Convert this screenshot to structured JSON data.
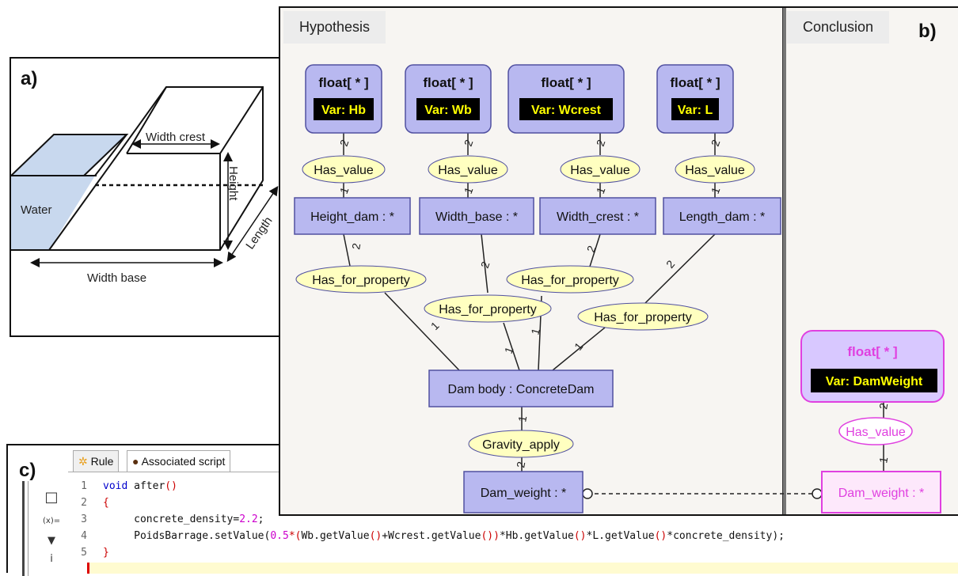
{
  "panel_a": {
    "letter": "a)",
    "labels": {
      "width_crest": "Width crest",
      "height": "Height",
      "water": "Water",
      "length": "Length",
      "width_base": "Width base"
    }
  },
  "panel_b": {
    "letter": "b)",
    "hypothesis_label": "Hypothesis",
    "conclusion_label": "Conclusion",
    "float_nodes": [
      {
        "type": "float[ * ]",
        "var": "Var: Hb"
      },
      {
        "type": "float[ * ]",
        "var": "Var: Wb"
      },
      {
        "type": "float[ * ]",
        "var": "Var: Wcrest"
      },
      {
        "type": "float[ * ]",
        "var": "Var: L"
      }
    ],
    "has_value_label": "Has_value",
    "property_nodes": [
      "Height_dam : *",
      "Width_base : *",
      "Width_crest : *",
      "Length_dam : *"
    ],
    "has_for_property_label": "Has_for_property",
    "dam_body": "Dam body : ConcreteDam",
    "gravity_apply": "Gravity_apply",
    "dam_weight": "Dam_weight : *",
    "conclusion_float": {
      "type": "float[ * ]",
      "var": "Var: DamWeight"
    },
    "conclusion_has_value": "Has_value",
    "conclusion_dam_weight": "Dam_weight : *",
    "edge_labels": {
      "one": "1",
      "two": "2"
    }
  },
  "panel_c": {
    "letter": "c)",
    "tabs": [
      "Rule",
      "Associated script"
    ],
    "code": [
      {
        "num": "1",
        "parts": [
          [
            "kw",
            "void "
          ],
          [
            "txt",
            "after"
          ],
          [
            "pun",
            "()"
          ]
        ]
      },
      {
        "num": "2",
        "parts": [
          [
            "pun",
            "{"
          ]
        ]
      },
      {
        "num": "3",
        "parts": [
          [
            "txt",
            "     concrete_density="
          ],
          [
            "num",
            "2.2"
          ],
          [
            "txt",
            ";"
          ]
        ]
      },
      {
        "num": "4",
        "parts": [
          [
            "txt",
            "     PoidsBarrage.setValue("
          ],
          [
            "num",
            "0.5"
          ],
          [
            "pun",
            "*("
          ],
          [
            "txt",
            "Wb.getValue"
          ],
          [
            "pun",
            "()"
          ],
          [
            "txt",
            "+Wcrest.getValue"
          ],
          [
            "pun",
            "())"
          ],
          [
            "txt",
            "*Hb.getValue"
          ],
          [
            "pun",
            "()"
          ],
          [
            "txt",
            "*L.getValue"
          ],
          [
            "pun",
            "()"
          ],
          [
            "txt",
            "*concrete_density);"
          ]
        ]
      },
      {
        "num": "5",
        "parts": [
          [
            "pun",
            "}"
          ]
        ]
      }
    ],
    "tool_icons": [
      "panel-icon",
      "variable-icon",
      "filter-icon",
      "person-icon"
    ],
    "tool_glyphs": [
      "□",
      "(x)=",
      "▼",
      "i"
    ]
  },
  "colors": {
    "node_fill": "#b8b8f0",
    "node_stroke": "#5050a0",
    "ellipse_fill": "#ffffc0",
    "var_bg": "#000000",
    "var_text": "#ffff00",
    "conclusion": "#e040e0",
    "conclusion_fill": "#d8c8ff"
  }
}
